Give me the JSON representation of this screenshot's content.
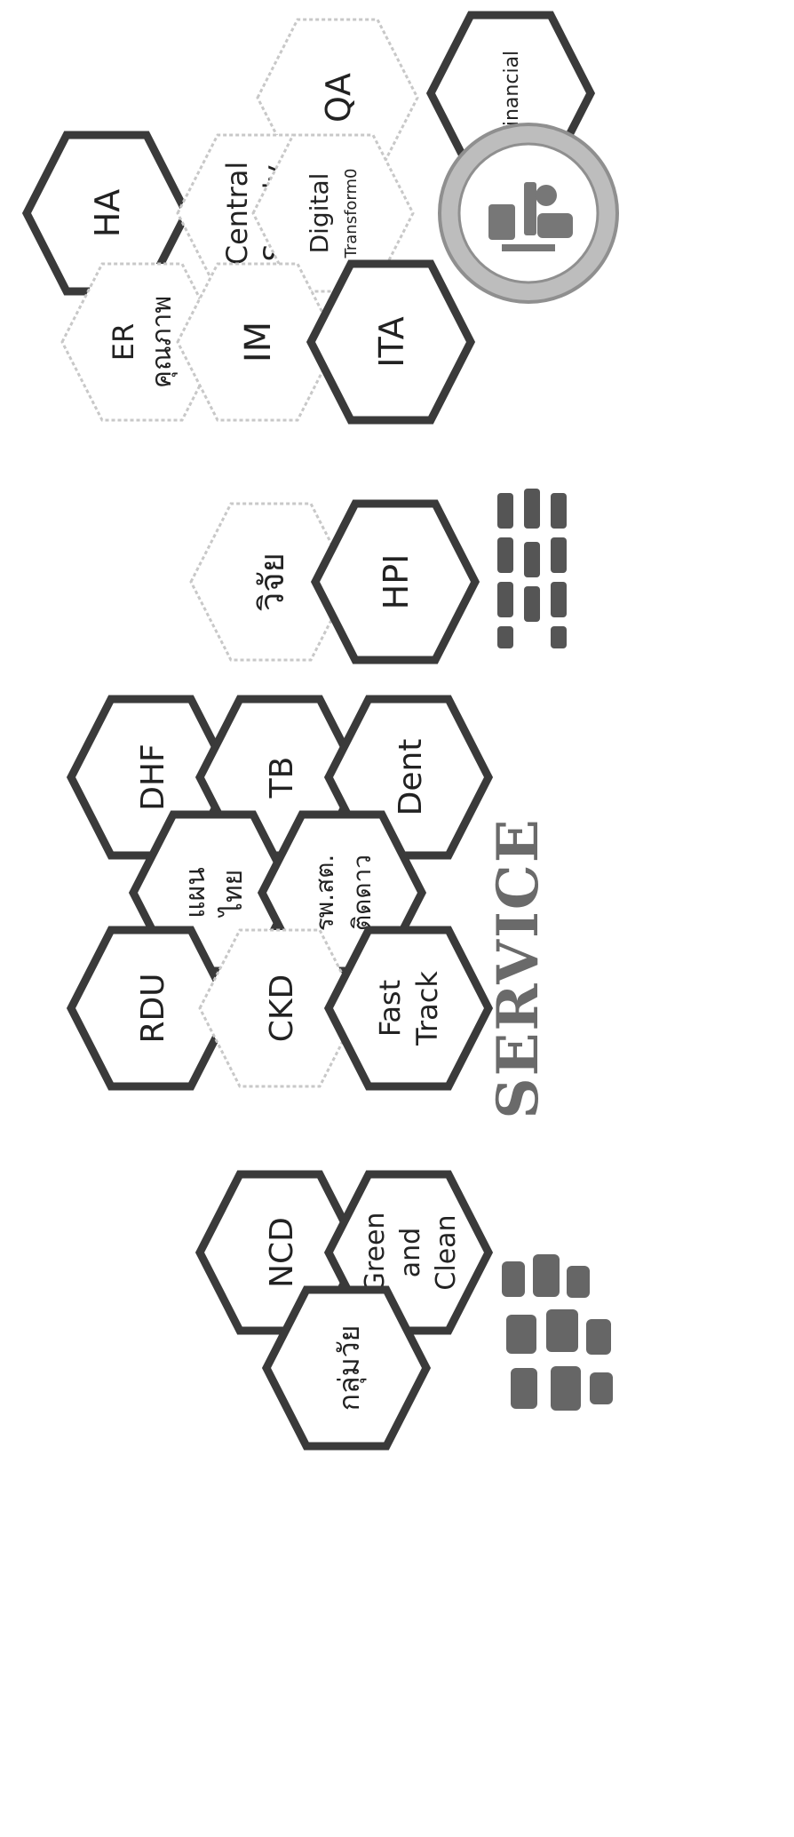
{
  "cells": {
    "ha": "HA",
    "qa": "QA",
    "central_supply": [
      "Central",
      "Supply"
    ],
    "financial": "Financial",
    "er_quality": [
      "ER",
      "คุณภาพ"
    ],
    "digital": [
      "Digital",
      "Transform0"
    ],
    "im": "IM",
    "ita": "ITA",
    "research": "วิจัย",
    "hpi": "HPI",
    "dhf": "DHF",
    "tb": "TB",
    "dent": "Dent",
    "thai_med": [
      "แผน",
      "ไทย"
    ],
    "hospital_linked": [
      "รพ.สต.",
      "ติดดาว"
    ],
    "rdu": "RDU",
    "ckd": "CKD",
    "fast_track": [
      "Fast",
      "Track"
    ],
    "ncd": "NCD",
    "age_group": "กลุ่มวัย",
    "green_clean": [
      "Green",
      "and",
      "Clean"
    ]
  },
  "banner": {
    "service": "SERVICE"
  }
}
